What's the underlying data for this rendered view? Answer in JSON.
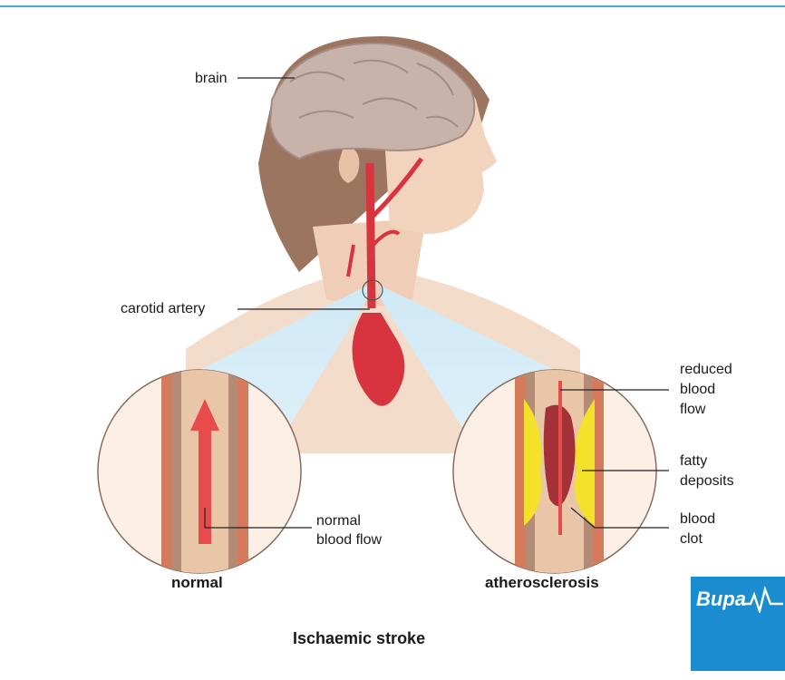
{
  "colors": {
    "rule": "#4aa8d8",
    "artery": "#d8343f",
    "fat": "#f4e12a",
    "logo_bg": "#1b8ccf"
  },
  "labels": {
    "brain": "brain",
    "carotid_artery": "carotid artery",
    "normal_flow_1": "normal",
    "normal_flow_2": "blood flow",
    "reduced_1": "reduced",
    "reduced_2": "blood",
    "reduced_3": "flow",
    "fatty_1": "fatty",
    "fatty_2": "deposits",
    "clot_1": "blood",
    "clot_2": "clot",
    "normal": "normal",
    "atherosclerosis": "atherosclerosis",
    "title": "Ischaemic stroke"
  },
  "logo": {
    "text": "Bupa",
    "icon": "heartbeat-icon"
  }
}
